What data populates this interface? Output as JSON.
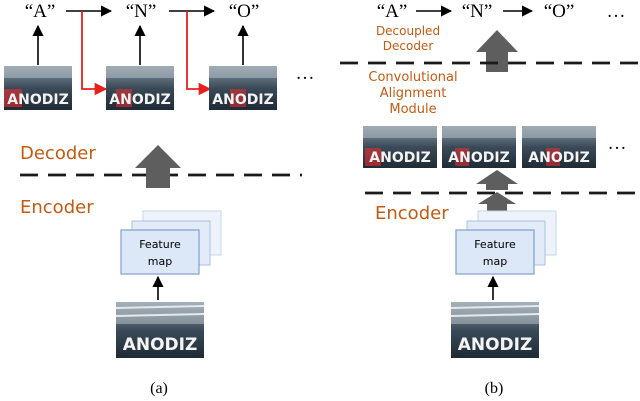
{
  "colors": {
    "accent": "#c55a11",
    "red_arrow": "#e8201c",
    "feature_fill": "#dce7f7",
    "feature_stroke": "#7e9fd0",
    "big_arrow": "#5e5e5e",
    "dashed": "#1a1a1a"
  },
  "left_panel": {
    "chars": [
      "“A”",
      "“N”",
      "“O”"
    ],
    "crop_word": "ANODIZ",
    "ellipsis": "…",
    "decoder_label": "Decoder",
    "encoder_label": "Encoder",
    "feature_map_label_1": "Feature",
    "feature_map_label_2": "map",
    "input_word": "ANODIZ",
    "caption": "(a)"
  },
  "right_panel": {
    "chars": [
      "“A”",
      "“N”",
      "“O”"
    ],
    "ellipsis_top": "…",
    "decoupled_decoder_1": "Decoupled",
    "decoupled_decoder_2": "Decoder",
    "cam_1": "Convolutional",
    "cam_2": "Alignment",
    "cam_3": "Module",
    "crop_word": "ANODIZ",
    "ellipsis_mid": "…",
    "encoder_label": "Encoder",
    "feature_map_label_1": "Feature",
    "feature_map_label_2": "map",
    "input_word": "ANODIZ",
    "caption": "(b)"
  }
}
